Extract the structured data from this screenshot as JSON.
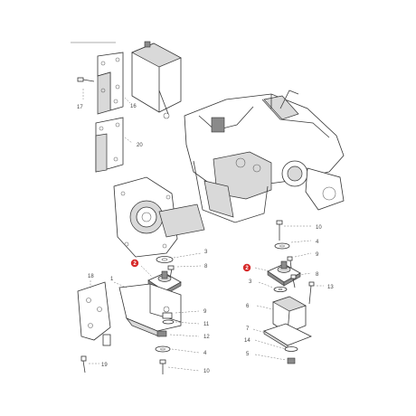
{
  "labels": {
    "l17": "17",
    "l16": "16",
    "l20": "20",
    "l10a": "10",
    "l4a": "4",
    "l9a": "9",
    "l3a": "3",
    "l8a": "8",
    "l13": "13",
    "l6": "6",
    "l7": "7",
    "l14": "14",
    "l5": "5",
    "l3b": "3",
    "l8b": "8",
    "l18": "18",
    "l1": "1",
    "l9b": "9",
    "l11": "11",
    "l12": "12",
    "l4b": "4",
    "l10b": "10",
    "l19": "19"
  },
  "highlight_badges": {
    "left": "2",
    "right": "2"
  },
  "colors": {
    "badge": "#d62a2a",
    "line": "#333333",
    "shade": "#d9d9d9"
  }
}
